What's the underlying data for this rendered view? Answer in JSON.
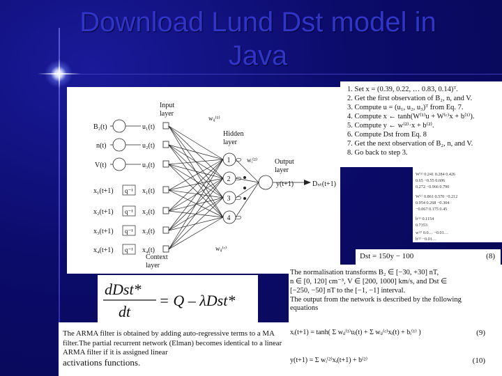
{
  "slide": {
    "title_line1": "Download Lund Dst model in",
    "title_line2": "Java"
  },
  "network_diagram": {
    "inputs": [
      "B₂(t)",
      "n(t)",
      "V(t)"
    ],
    "input_units": [
      "u₁(t)",
      "u₂(t)",
      "u₃(t)"
    ],
    "feedback_left": [
      "x₁(t+1)",
      "x₂(t+1)",
      "x₃(t+1)",
      "x₄(t+1)"
    ],
    "delay_label": "q⁻¹",
    "feedback_right": [
      "x₁(t)",
      "x₂(t)",
      "x₃(t)",
      "x₄(t)"
    ],
    "hidden_nodes": [
      "1",
      "2",
      "3",
      "4"
    ],
    "input_layer_label": [
      "Input",
      "layer"
    ],
    "hidden_layer_label": [
      "Hidden",
      "layer"
    ],
    "output_layer_label": [
      "Output",
      "layer"
    ],
    "context_layer_label": [
      "Context",
      "layer"
    ],
    "w1_label": "wᵢⱼ⁽¹⁾",
    "w2_label": "wᵢ⁽²⁾",
    "wc_label": "wᵢⱼ⁽ᶜ⁾",
    "output_label": "y(t+1)",
    "dst_label": "Dₛₜ(t+1)"
  },
  "equation": {
    "numerator": "dDst*",
    "denominator": "dt",
    "rhs": "= Q – λDst*"
  },
  "description": {
    "text": "The ARMA filter is obtained by adding auto-regressive terms to a MA filter.The partial recurrent network (Elman) becomes identical to a linear ARMA filter if it is assigned linear",
    "last_word": "activations functions."
  },
  "algorithm": {
    "steps": [
      "1. Set x = (0.39, 0.22, … 0.83, 0.14)ᵀ.",
      "2. Get the first observation of B₂, n, and V.",
      "3. Compute u = (u₁, u₂, u₃)ᵀ from Eq. 7.",
      "4. Compute x ← tanh(W⁽¹⁾u + W⁽ᶜ⁾x + b⁽¹⁾).",
      "5. Compute y ← w⁽²⁾·x + b⁽²⁾.",
      "6. Compute Dst from Eq. 8",
      "7. Get the next observation of B₂, n, and V.",
      "8. Go back to step 3."
    ]
  },
  "weights": {
    "rows": [
      "W⁽¹⁾   0.241  0.284  0.426",
      "       0.65  −0.55  0.606",
      "       0.272 −0.966  0.790",
      "W⁽ᶜ⁾   0.861  0.570 −0.212",
      "       0.954  0.268 −0.304",
      "       −0.067 0.175  0.45",
      "b⁽¹⁾   0.1154",
      "       0.7353",
      "w⁽²⁾   0.0…  −0.01…",
      "b⁽²⁾   −0.01…"
    ]
  },
  "dst_equation": {
    "lhs": "Dst = 150y − 100",
    "number": "(8)"
  },
  "normalisation": {
    "lines": [
      "The normalisation transforms B₂ ∈ [−30, +30] nT,",
      "n ∈ [0, 120] cm⁻³, V ∈ [200, 1000] km/s, and Dst ∈",
      "[−250, −50] nT to the [−1, −1] interval.",
      "   The output from the network is described by the following",
      "equations"
    ],
    "eq9": "xᵢ(t+1) = tanh( Σ wᵢⱼ⁽¹⁾uⱼ(t) + Σ wᵢⱼ⁽ᶜ⁾xⱼ(t) + bᵢ⁽¹⁾ )",
    "eq9_num": "(9)",
    "eq10": "y(t+1) = Σ wᵢ⁽²⁾xᵢ(t+1) + b⁽²⁾",
    "eq10_num": "(10)"
  },
  "colors": {
    "background": "#0b0b6a",
    "title": "#2f35c8",
    "accent_line": "#4a4ad0"
  }
}
